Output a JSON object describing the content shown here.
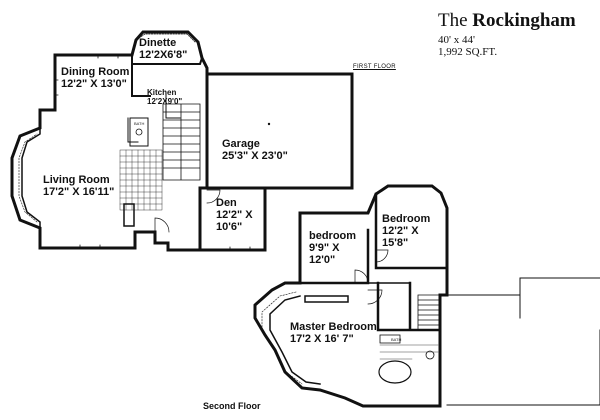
{
  "header": {
    "title_prefix": "The",
    "title_name": "Rockingham",
    "dimensions": "40' x 44'",
    "area": "1,992 SQ.FT."
  },
  "floors": {
    "first": "FIRST FLOOR",
    "second": "Second Floor"
  },
  "rooms": {
    "dinette": {
      "name": "Dinette",
      "size": "12'2X6'8\""
    },
    "dining_room": {
      "name": "Dining Room",
      "size": "12'2\" X 13'0\""
    },
    "kitchen": {
      "name": "Kitchen",
      "size": "12'2X9'0\""
    },
    "garage": {
      "name": "Garage",
      "size": "25'3\" X 23'0\""
    },
    "living_room": {
      "name": "Living Room",
      "size": "17'2\" X 16'11\""
    },
    "den": {
      "name": "Den",
      "size_1": "12'2\" X",
      "size_2": "10'6\""
    },
    "bedroom_2": {
      "name": "bedroom",
      "size_1": "9'9\" X",
      "size_2": "12'0\""
    },
    "bedroom_3": {
      "name": "Bedroom",
      "size_1": "12'2\" X",
      "size_2": "15'8\""
    },
    "master_bedroom": {
      "name": "Master Bedroom",
      "size": "17'2 X 16' 7\""
    }
  },
  "fixtures": {
    "bath_1": "BATH",
    "bath_2": "BATH"
  }
}
